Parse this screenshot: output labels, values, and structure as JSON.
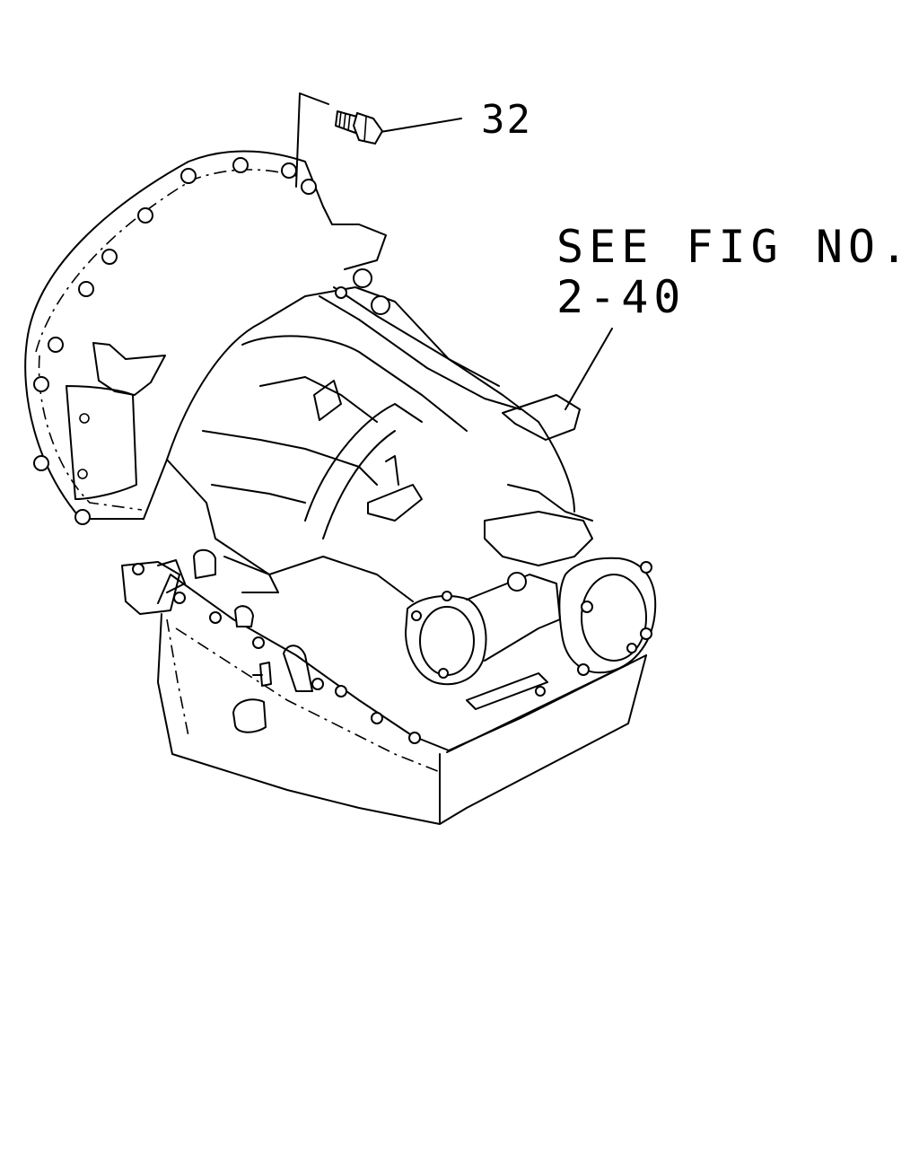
{
  "callouts": {
    "part_number": "32",
    "reference_line1": "SEE FIG NO.",
    "reference_line2": "2-40"
  }
}
